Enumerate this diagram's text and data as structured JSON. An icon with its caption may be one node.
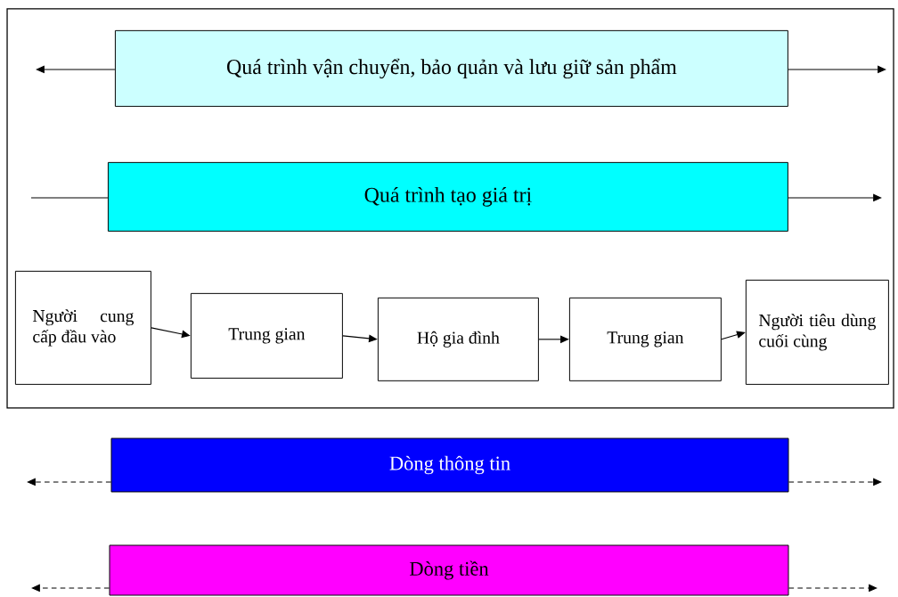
{
  "diagram": {
    "nodes": [
      {
        "text": [],
        "shape": "box"
      },
      {
        "text": [
          "Quá trình vận chuyển, bảo quản và lưu giữ sản phẩm"
        ],
        "in": 0
      },
      {
        "text": [
          "Quá trình tạo giá trị"
        ],
        "in": 0
      },
      {
        "text": [
          "Người cung cấp đầu vào"
        ],
        "in": 0
      },
      {
        "text": [
          "Trung gian"
        ],
        "in": 0
      },
      {
        "text": [
          "Hộ gia đình"
        ],
        "in": 0
      },
      {
        "text": [
          "Trung gian"
        ],
        "in": 0
      },
      {
        "text": [
          "Người tiêu dùng cuối cùng"
        ],
        "in": 0
      },
      {
        "text": [
          "Dòng thông tin"
        ]
      },
      {
        "text": [
          "Dòng tiền"
        ]
      }
    ],
    "edges": [
      {
        "from": 1,
        "to": null,
        "arrow": "to"
      },
      {
        "from": 1,
        "to": null,
        "arrow": "to"
      },
      {
        "from": null,
        "to": 2,
        "arrow": "none"
      },
      {
        "from": 2,
        "to": null,
        "arrow": "to"
      },
      {
        "from": 3,
        "to": 4,
        "arrow": "to"
      },
      {
        "from": 4,
        "to": 5,
        "arrow": "to"
      },
      {
        "from": 5,
        "to": 6,
        "arrow": "to"
      },
      {
        "from": 6,
        "to": 7,
        "arrow": "to"
      },
      {
        "from": 8,
        "to": null,
        "arrow": "to",
        "style": "dashed"
      },
      {
        "from": 8,
        "to": null,
        "arrow": "to",
        "style": "dashed"
      },
      {
        "from": 9,
        "to": null,
        "arrow": "to",
        "style": "dashed"
      },
      {
        "from": 9,
        "to": null,
        "arrow": "to",
        "style": "dashed"
      }
    ]
  }
}
